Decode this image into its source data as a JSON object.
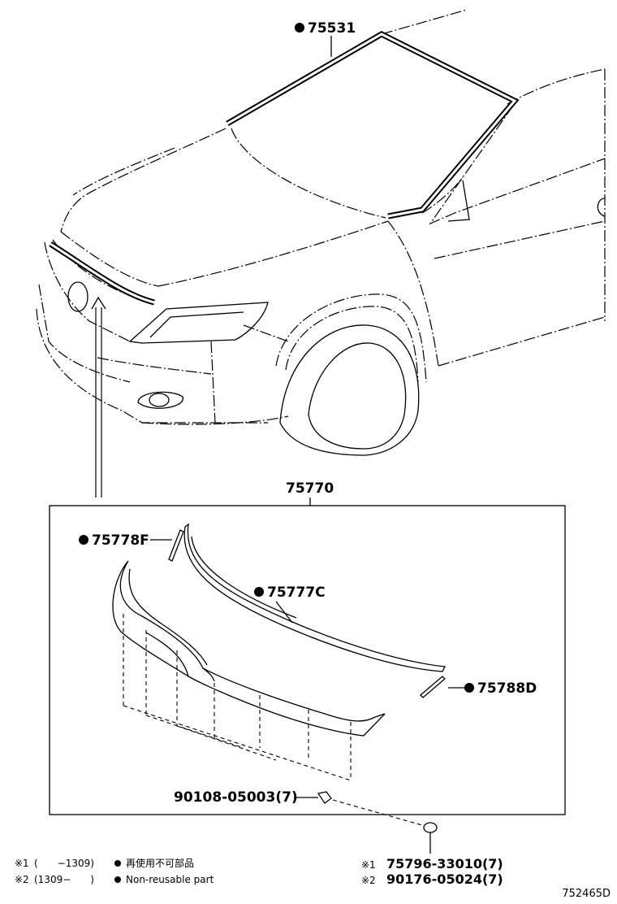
{
  "parts": {
    "windshield_molding": "75531",
    "hood_molding_assy": "75770",
    "hood_molding_end_f": "75778F",
    "hood_molding_upper": "75777C",
    "hood_molding_end_d": "75788D",
    "clip": "90108-05003(7)"
  },
  "marker": "●",
  "notes": {
    "n1_symbol": "※1",
    "n1_range": "(　　−1309)",
    "n2_symbol": "※2",
    "n2_range": "(1309−　　)",
    "nonreusable_jp": "再使用不可部品",
    "nonreusable_en": "Non-reusable part",
    "alt1_symbol": "※1",
    "alt1_part": "75796-33010(7)",
    "alt2_symbol": "※2",
    "alt2_part": "90176-05024(7)"
  },
  "figure_id": "752465D"
}
